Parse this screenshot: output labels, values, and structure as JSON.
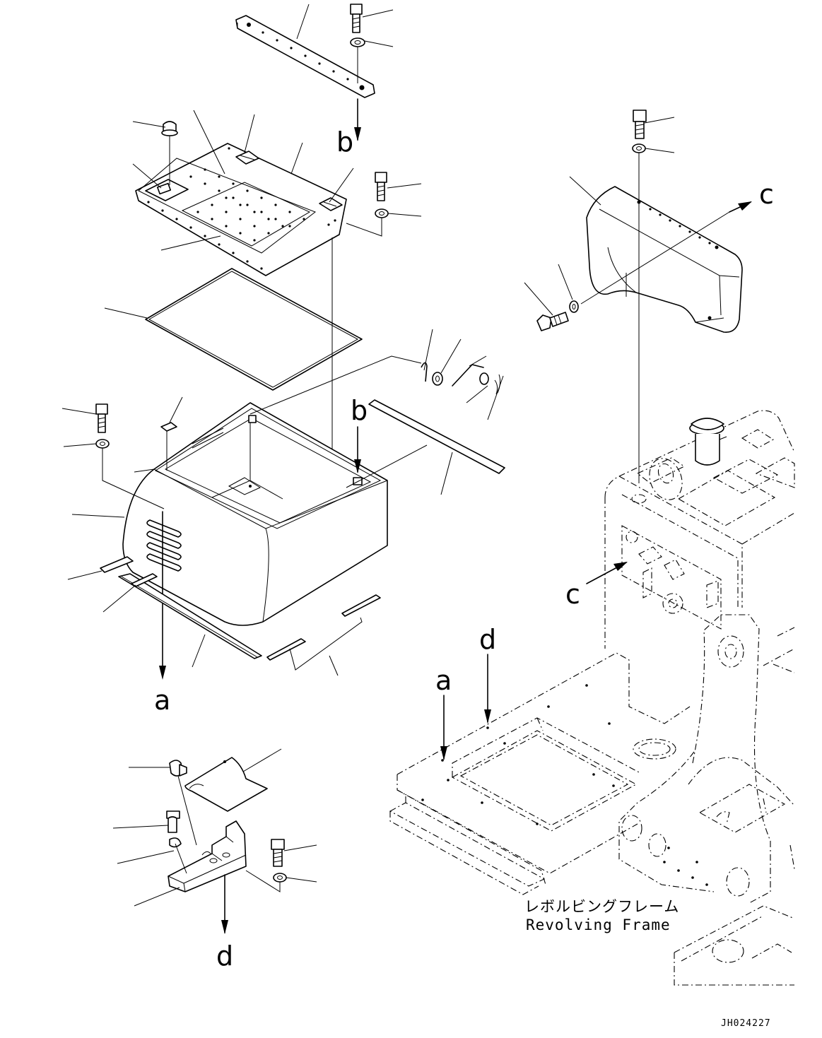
{
  "labels": {
    "a_top": "a",
    "a_frame": "a",
    "b_top": "b",
    "b_box": "b",
    "c_side": "c",
    "c_frame": "c",
    "d_bottom": "d",
    "d_frame": "d"
  },
  "caption": {
    "jp": "レボルビングフレーム",
    "en": "Revolving Frame"
  },
  "drawing_code": "JH024227"
}
